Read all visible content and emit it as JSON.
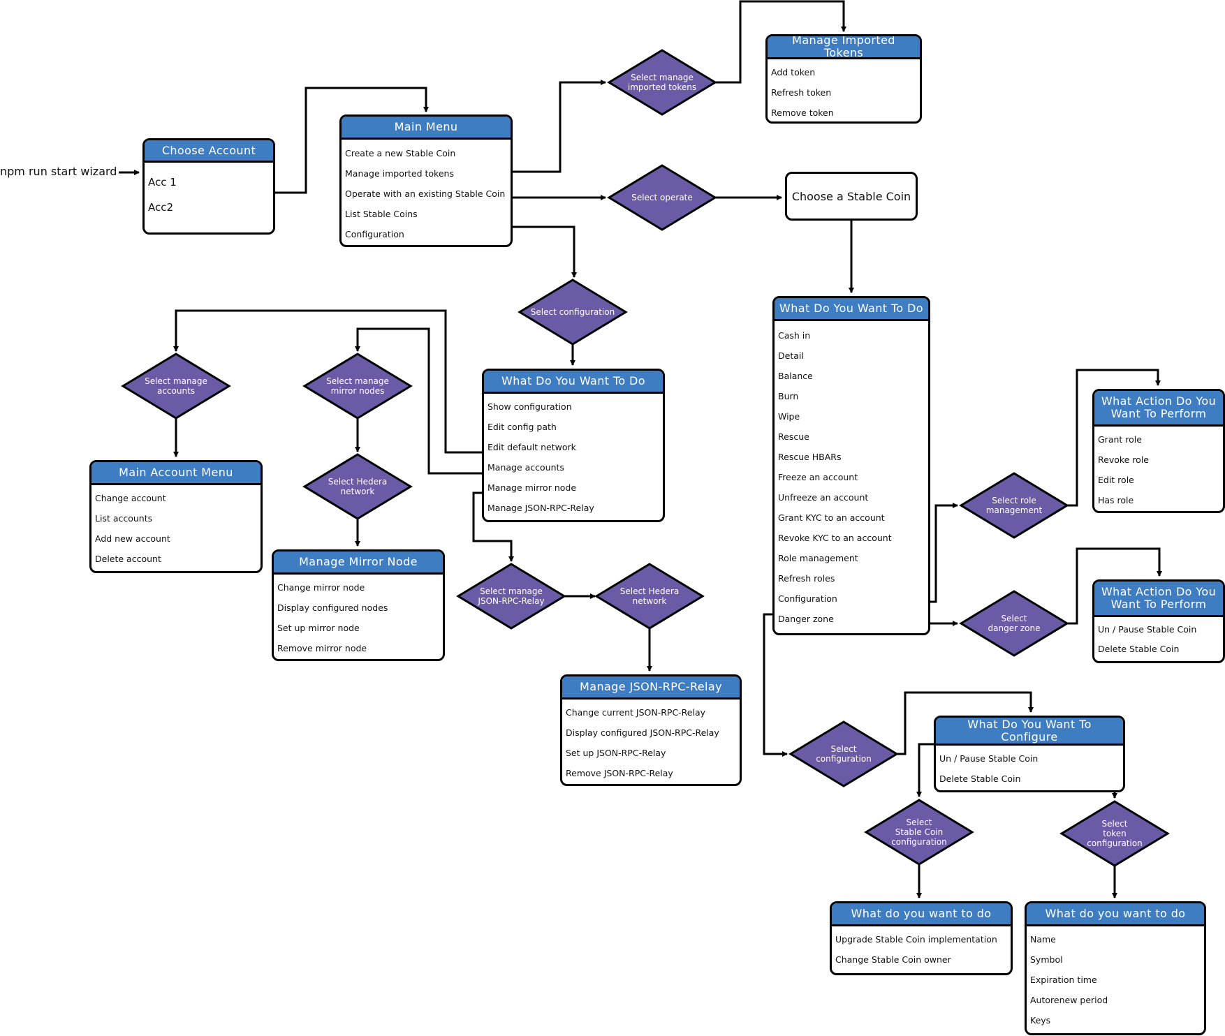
{
  "entry": "npm run start wizard",
  "boxes": [
    {
      "id": "choose-account",
      "header": "Choose Account",
      "items": [
        "Acc 1",
        "Acc2",
        "..."
      ]
    },
    {
      "id": "main-menu",
      "header": "Main Menu",
      "items": [
        "Create a new Stable Coin",
        "Manage imported tokens",
        "Operate with an existing Stable Coin",
        "List Stable Coins",
        "Configuration"
      ]
    },
    {
      "id": "manage-imported-tokens",
      "header": "Manage Imported Tokens",
      "items": [
        "Add token",
        "Refresh token",
        "Remove token"
      ]
    },
    {
      "id": "choose-stable-coin",
      "header": "",
      "items": [],
      "label": "Choose a Stable Coin"
    },
    {
      "id": "config-menu",
      "header": "What Do You Want To Do",
      "items": [
        "Show configuration",
        "Edit config path",
        "Edit default network",
        "Manage accounts",
        "Manage mirror node",
        "Manage JSON-RPC-Relay"
      ]
    },
    {
      "id": "operate-menu",
      "header": "What Do You Want To Do",
      "items": [
        "Cash in",
        "Detail",
        "Balance",
        "Burn",
        "Wipe",
        "Rescue",
        "Rescue HBARs",
        "Freeze an account",
        "Unfreeze an account",
        "Grant KYC to an account",
        "Revoke KYC to an account",
        "Role management",
        "Refresh roles",
        "Configuration",
        "Danger zone"
      ]
    },
    {
      "id": "main-account-menu",
      "header": "Main Account Menu",
      "items": [
        "Change account",
        "List accounts",
        "Add new account",
        "Delete account"
      ]
    },
    {
      "id": "manage-mirror-node",
      "header": "Manage Mirror Node",
      "items": [
        "Change mirror node",
        "Display configured nodes",
        "Set up mirror node",
        "Remove mirror node"
      ]
    },
    {
      "id": "manage-json-rpc-relay",
      "header": "Manage JSON-RPC-Relay",
      "items": [
        "Change current JSON-RPC-Relay",
        "Display configured JSON-RPC-Relay",
        "Set up JSON-RPC-Relay",
        "Remove JSON-RPC-Relay"
      ]
    },
    {
      "id": "role-action",
      "header": "What Action Do You Want To Perform",
      "items": [
        "Grant role",
        "Revoke role",
        "Edit role",
        "Has role"
      ]
    },
    {
      "id": "danger-action",
      "header": "What Action Do You Want To Perform",
      "items": [
        "Un / Pause Stable Coin",
        "Delete Stable Coin"
      ]
    },
    {
      "id": "configure-menu",
      "header": "What Do You Want To Configure",
      "items": [
        "Un / Pause Stable Coin",
        "Delete Stable Coin"
      ]
    },
    {
      "id": "sc-config-menu",
      "header": "What do you want to do",
      "items": [
        "Upgrade Stable Coin implementation",
        "Change Stable Coin owner"
      ]
    },
    {
      "id": "token-config-menu",
      "header": "What do you want to do",
      "items": [
        "Name",
        "Symbol",
        "Expiration time",
        "Autorenew period",
        "Keys"
      ]
    }
  ],
  "decisions": [
    {
      "id": "select-manage-imported",
      "text": "Select manage\nimported tokens"
    },
    {
      "id": "select-operate",
      "text": "Select operate"
    },
    {
      "id": "select-configuration",
      "text": "Select configuration"
    },
    {
      "id": "select-manage-accounts",
      "text": "Select manage\naccounts"
    },
    {
      "id": "select-manage-mirror",
      "text": "Select manage\nmirror nodes"
    },
    {
      "id": "select-hedera-network-1",
      "text": "Select Hedera\nnetwork"
    },
    {
      "id": "select-manage-json-rpc",
      "text": "Select manage\nJSON-RPC-Relay"
    },
    {
      "id": "select-hedera-network-2",
      "text": "Select Hedera\nnetwork"
    },
    {
      "id": "select-role-management",
      "text": "Select role\nmanagement"
    },
    {
      "id": "select-danger-zone",
      "text": "Select\ndanger zone"
    },
    {
      "id": "select-configuration-2",
      "text": "Select\nconfiguration"
    },
    {
      "id": "select-sc-configuration",
      "text": "Select\nStable Coin\nconfiguration"
    },
    {
      "id": "select-token-configuration",
      "text": "Select\ntoken\nconfiguration"
    }
  ],
  "colors": {
    "header": "#3f7dc3",
    "diamond": "#6b5aa6",
    "stroke": "#000000"
  }
}
